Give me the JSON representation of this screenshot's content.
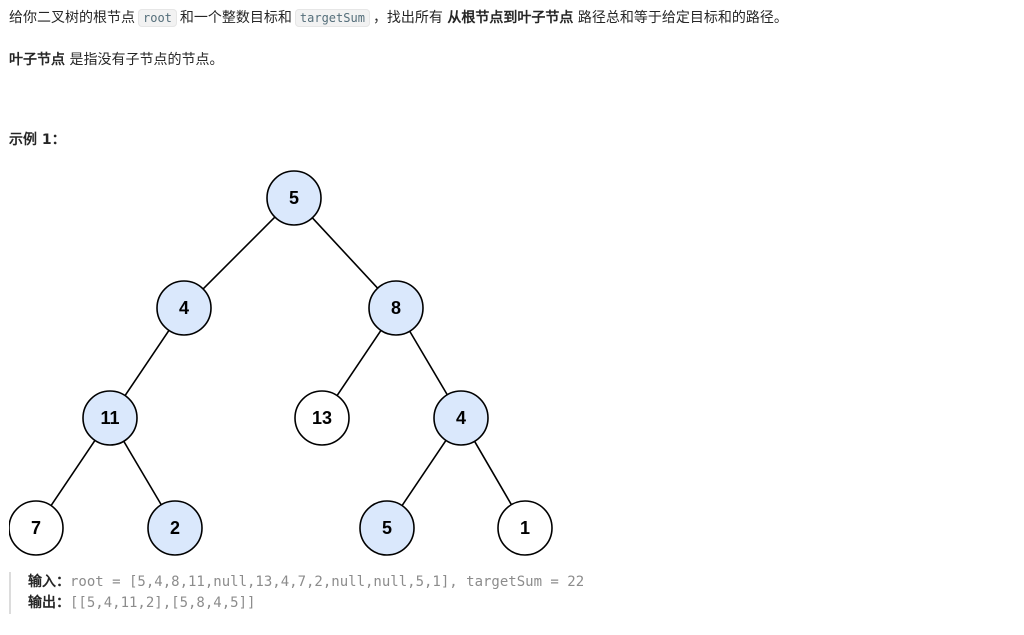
{
  "description": {
    "para1": {
      "t1": "给你二叉树的根节点",
      "code1": "root",
      "t2": "和一个整数目标和",
      "code2": "targetSum",
      "t3": "，找出所有",
      "bold1": "从根节点到叶子节点",
      "t4": "路径总和等于给定目标和的路径。"
    },
    "para2": {
      "bold1": "叶子节点",
      "t1": "是指没有子节点的节点。"
    }
  },
  "example": {
    "title": "示例 1：",
    "input_label": "输入：",
    "input_value": "root = [5,4,8,11,null,13,4,7,2,null,null,5,1], targetSum = 22",
    "output_label": "输出：",
    "output_value": "[[5,4,11,2],[5,8,4,5]]"
  },
  "tree": {
    "colors": {
      "highlight_fill": "#dae8fc",
      "normal_fill": "#ffffff",
      "stroke": "#000000"
    },
    "nodes": [
      {
        "id": "n5a",
        "label": "5",
        "highlight": true
      },
      {
        "id": "n4a",
        "label": "4",
        "highlight": true
      },
      {
        "id": "n8",
        "label": "8",
        "highlight": true
      },
      {
        "id": "n11",
        "label": "11",
        "highlight": true
      },
      {
        "id": "n13",
        "label": "13",
        "highlight": false
      },
      {
        "id": "n4b",
        "label": "4",
        "highlight": true
      },
      {
        "id": "n7",
        "label": "7",
        "highlight": false
      },
      {
        "id": "n2",
        "label": "2",
        "highlight": true
      },
      {
        "id": "n5b",
        "label": "5",
        "highlight": true
      },
      {
        "id": "n1",
        "label": "1",
        "highlight": false
      }
    ],
    "edges": [
      [
        "n5a",
        "n4a"
      ],
      [
        "n5a",
        "n8"
      ],
      [
        "n4a",
        "n11"
      ],
      [
        "n8",
        "n13"
      ],
      [
        "n8",
        "n4b"
      ],
      [
        "n11",
        "n7"
      ],
      [
        "n11",
        "n2"
      ],
      [
        "n4b",
        "n5b"
      ],
      [
        "n4b",
        "n1"
      ]
    ]
  }
}
